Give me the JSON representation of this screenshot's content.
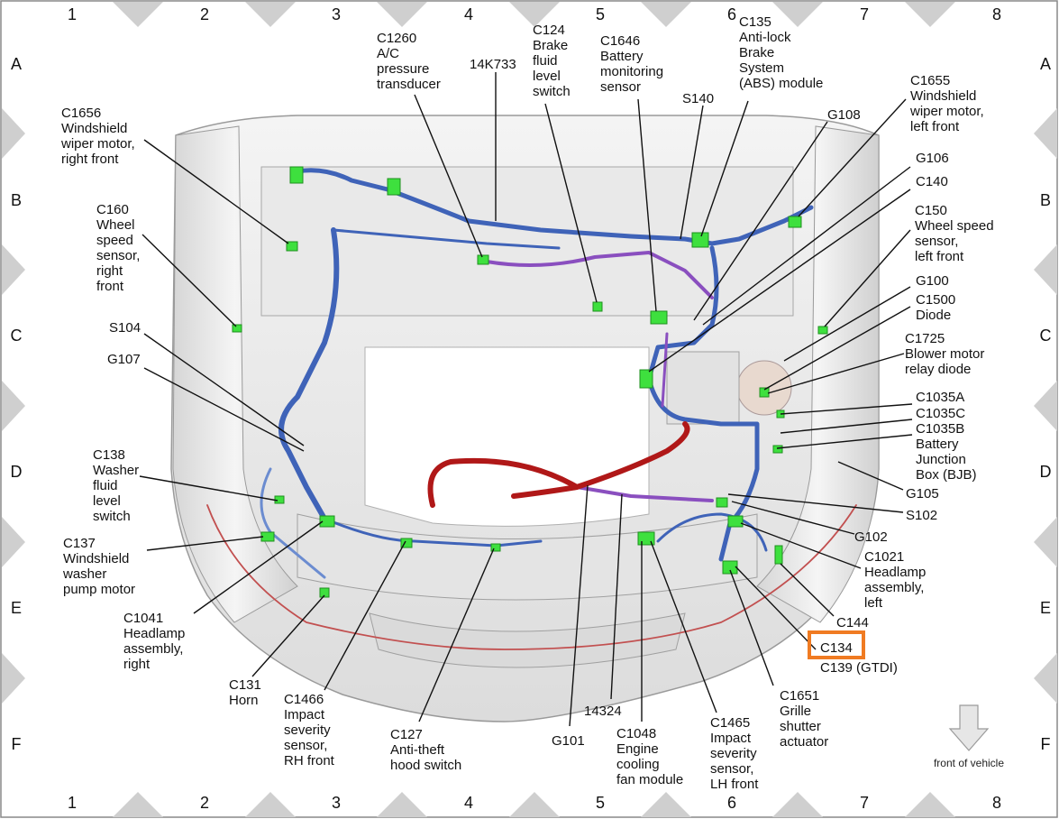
{
  "grid": {
    "columns": [
      "1",
      "2",
      "3",
      "4",
      "5",
      "6",
      "7",
      "8"
    ],
    "rows": [
      "A",
      "B",
      "C",
      "D",
      "E",
      "F"
    ]
  },
  "colors": {
    "connector": "#3ee03e",
    "harness_blue": "#3f63b8",
    "harness_red": "#b01818",
    "harness_purple": "#8a4fbf",
    "highlight": "#f07b22",
    "grid_marker": "#cfcfcf"
  },
  "labels": [
    {
      "id": "c1260",
      "lines": [
        "C1260",
        "A/C",
        "pressure",
        "transducer"
      ]
    },
    {
      "id": "k14k733",
      "lines": [
        "14K733"
      ]
    },
    {
      "id": "c124",
      "lines": [
        "C124",
        "Brake",
        "fluid",
        "level",
        "switch"
      ]
    },
    {
      "id": "c1646",
      "lines": [
        "C1646",
        "Battery",
        "monitoring",
        "sensor"
      ]
    },
    {
      "id": "c135",
      "lines": [
        "C135",
        "Anti-lock",
        "Brake",
        "System",
        "(ABS) module"
      ]
    },
    {
      "id": "s140",
      "lines": [
        "S140"
      ]
    },
    {
      "id": "g108",
      "lines": [
        "G108"
      ]
    },
    {
      "id": "c1655",
      "lines": [
        "C1655",
        "Windshield",
        "wiper motor,",
        "left front"
      ]
    },
    {
      "id": "c1656",
      "lines": [
        "C1656",
        "Windshield",
        "wiper motor,",
        "right front"
      ]
    },
    {
      "id": "g106",
      "lines": [
        "G106"
      ]
    },
    {
      "id": "c140",
      "lines": [
        "C140"
      ]
    },
    {
      "id": "c150",
      "lines": [
        "C150",
        "Wheel speed",
        "sensor,",
        "left front"
      ]
    },
    {
      "id": "c160",
      "lines": [
        "C160",
        "Wheel",
        "speed",
        "sensor,",
        "right",
        "front"
      ]
    },
    {
      "id": "g100",
      "lines": [
        "G100"
      ]
    },
    {
      "id": "c1500",
      "lines": [
        "C1500",
        "Diode"
      ]
    },
    {
      "id": "s104",
      "lines": [
        "S104"
      ]
    },
    {
      "id": "c1725",
      "lines": [
        "C1725",
        "Blower motor",
        "relay diode"
      ]
    },
    {
      "id": "g107",
      "lines": [
        "G107"
      ]
    },
    {
      "id": "c1035a",
      "lines": [
        "C1035A"
      ]
    },
    {
      "id": "c1035c",
      "lines": [
        "C1035C"
      ]
    },
    {
      "id": "c1035b",
      "lines": [
        "C1035B",
        "Battery",
        "Junction",
        "Box (BJB)"
      ]
    },
    {
      "id": "c138",
      "lines": [
        "C138",
        "Washer",
        "fluid",
        "level",
        "switch"
      ]
    },
    {
      "id": "g105",
      "lines": [
        "G105"
      ]
    },
    {
      "id": "s102",
      "lines": [
        "S102"
      ]
    },
    {
      "id": "c137",
      "lines": [
        "C137",
        "Windshield",
        "washer",
        "pump motor"
      ]
    },
    {
      "id": "g102",
      "lines": [
        "G102"
      ]
    },
    {
      "id": "c1021",
      "lines": [
        "C1021",
        "Headlamp",
        "assembly,",
        "left"
      ]
    },
    {
      "id": "c1041",
      "lines": [
        "C1041",
        "Headlamp",
        "assembly,",
        "right"
      ]
    },
    {
      "id": "c144",
      "lines": [
        "C144"
      ]
    },
    {
      "id": "c134",
      "lines": [
        "C134"
      ]
    },
    {
      "id": "c139",
      "lines": [
        "C139 (GTDI)"
      ]
    },
    {
      "id": "c131",
      "lines": [
        "C131",
        "Horn"
      ]
    },
    {
      "id": "c1466",
      "lines": [
        "C1466",
        "Impact",
        "severity",
        "sensor,",
        "RH front"
      ]
    },
    {
      "id": "c127",
      "lines": [
        "C127",
        "Anti-theft",
        "hood switch"
      ]
    },
    {
      "id": "g101",
      "lines": [
        "G101"
      ]
    },
    {
      "id": "k14324",
      "lines": [
        "14324"
      ]
    },
    {
      "id": "c1048",
      "lines": [
        "C1048",
        "Engine",
        "cooling",
        "fan module"
      ]
    },
    {
      "id": "c1465",
      "lines": [
        "C1465",
        "Impact",
        "severity",
        "sensor,",
        "LH front"
      ]
    },
    {
      "id": "c1651",
      "lines": [
        "C1651",
        "Grille",
        "shutter",
        "actuator"
      ]
    }
  ],
  "front_of_vehicle": "front of vehicle",
  "highlighted_label": "C134"
}
